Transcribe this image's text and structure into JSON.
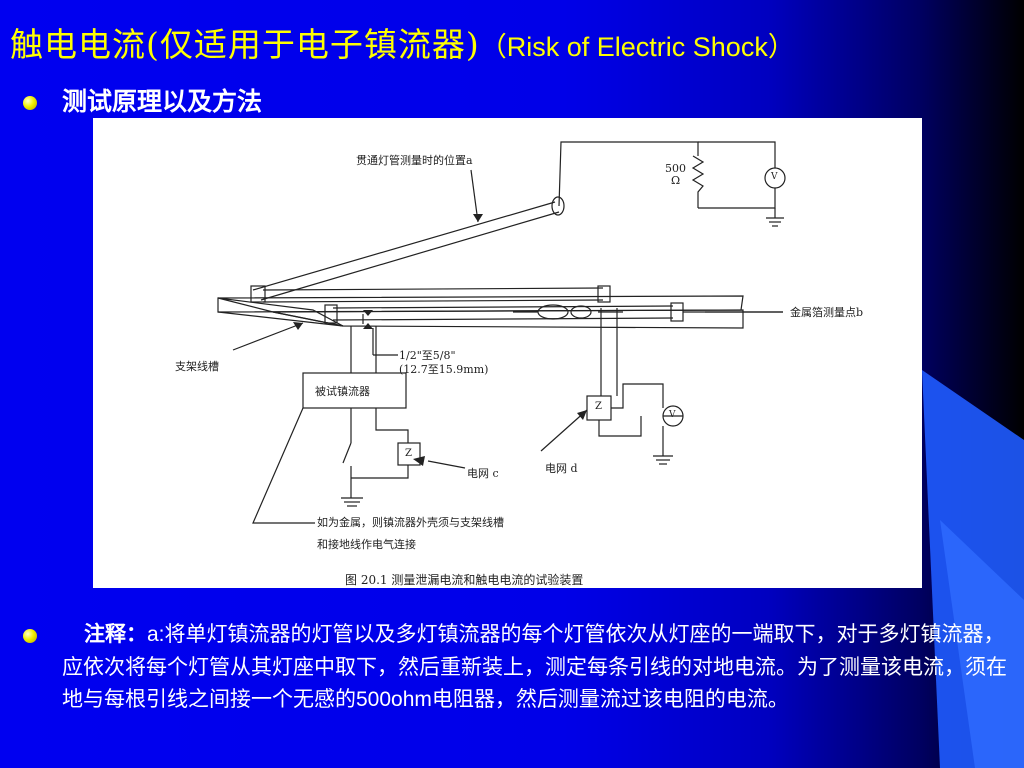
{
  "slide": {
    "title_cn": "触电电流(仅适用于电子镇流器)",
    "title_en": "（Risk of Electric Shock）",
    "subtitle": "测试原理以及方法",
    "note_label": "注释：",
    "note_prefix": "a:",
    "note_text_1": "将单灯镇流器的灯管以及多灯镇流器的每个灯管依次从灯座的一端取下，对于多灯镇流器，应依次将每个灯管从其灯座中取下，然后重新装上，测定每条引线的对地电流。为了测量该电流，须在地与每根引线之间接一个无感的",
    "note_value": "500ohm",
    "note_text_2": "电阻器，然后测量流过该电阻的电流。"
  },
  "diagram": {
    "label_position_a": "贯通灯管测量时的位置a",
    "label_resistor_value": "500",
    "label_resistor_unit": "Ω",
    "label_meter": "V",
    "label_foil_b": "金属箔测量点b",
    "label_bracket": "支架线槽",
    "label_dim_1": "1/2\"至5/8\"",
    "label_dim_2": "(12.7至15.9mm)",
    "label_ballast": "被试镇流器",
    "label_z": "Z",
    "label_grid_c": "电网  c",
    "label_grid_d": "电网  d",
    "label_note_1": "如为金属，则镇流器外壳须与支架线槽",
    "label_note_2": "和接地线作电气连接",
    "caption": "图 20.1  测量泄漏电流和触电电流的试验装置"
  }
}
